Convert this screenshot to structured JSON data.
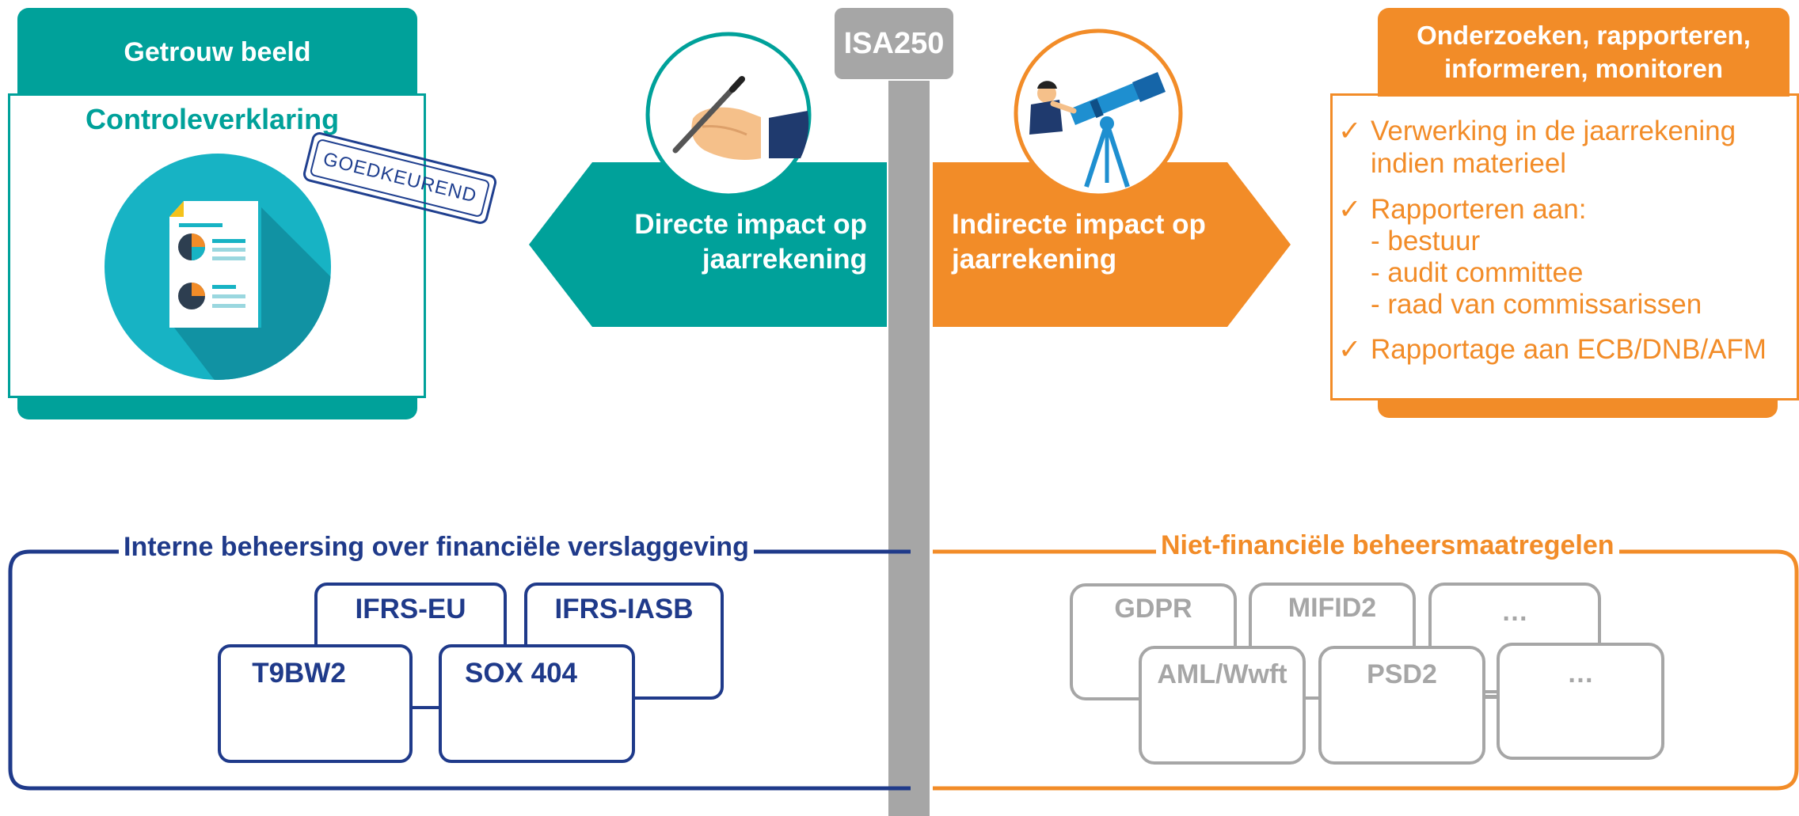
{
  "center": {
    "label": "ISA250"
  },
  "top_left": {
    "header": "Getrouw beeld",
    "subtitle": "Controleverklaring",
    "stamp": "GOEDKEUREND"
  },
  "arrow_left": {
    "line1": "Directe impact op",
    "line2": "jaarrekening"
  },
  "arrow_right": {
    "line1": "Indirecte impact op",
    "line2": "jaarrekening"
  },
  "top_right": {
    "header_line1": "Onderzoeken, rapporteren,",
    "header_line2": "informeren, monitoren",
    "items": [
      {
        "check": "✓",
        "lines": [
          "Verwerking in de jaarrekening",
          "indien materieel"
        ]
      },
      {
        "check": "✓",
        "lines": [
          "Rapporteren aan:",
          "- bestuur",
          "- audit committee",
          "- raad van commissarissen"
        ]
      },
      {
        "check": "✓",
        "lines": [
          "Rapportage aan ECB/DNB/AFM"
        ]
      }
    ]
  },
  "bottom_left": {
    "title": "Interne beheersing over financiële verslaggeving",
    "boxes": [
      "IFRS-EU",
      "IFRS-IASB",
      "T9BW2",
      "SOX 404"
    ]
  },
  "bottom_right": {
    "title": "Niet-financiële beheersmaatregelen",
    "boxes": [
      "GDPR",
      "MIFID2",
      "…",
      "AML/Wwft",
      "PSD2",
      "…"
    ]
  },
  "colors": {
    "teal": "#00a19a",
    "orange": "#f28c28",
    "navy": "#1f3a8a",
    "grey": "#a6a6a6"
  }
}
